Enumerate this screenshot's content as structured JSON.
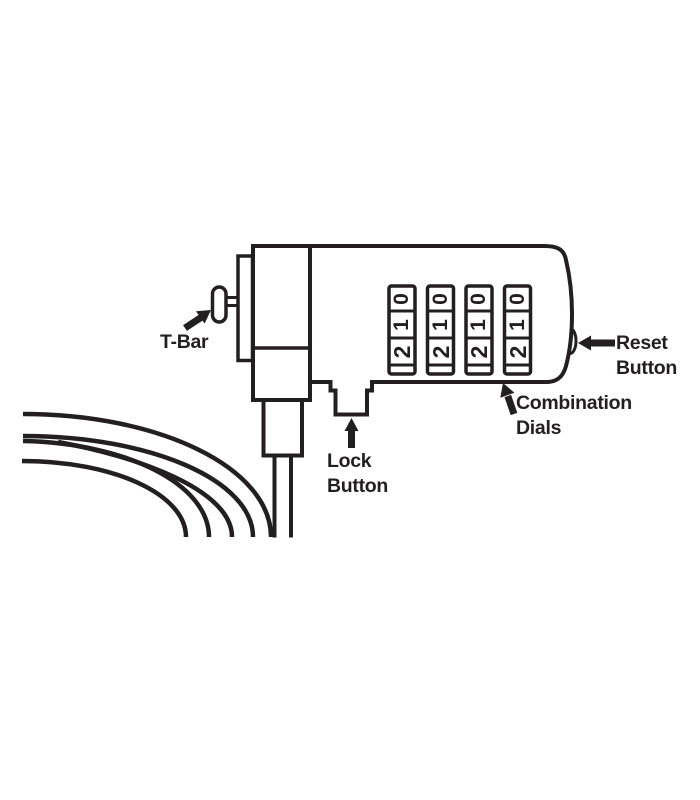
{
  "diagram": {
    "subject": "combination-cable-lock",
    "annotations": {
      "t_bar": {
        "label": "T-Bar"
      },
      "lock_button": {
        "line1": "Lock",
        "line2": "Button"
      },
      "combination_dials": {
        "line1": "Combination",
        "line2": "Dials"
      },
      "reset_button": {
        "line1": "Reset",
        "line2": "Button"
      }
    },
    "dials": {
      "columns": [
        {
          "digits": [
            "0",
            "1",
            "2"
          ]
        },
        {
          "digits": [
            "0",
            "1",
            "2"
          ]
        },
        {
          "digits": [
            "0",
            "1",
            "2"
          ]
        },
        {
          "digits": [
            "0",
            "1",
            "2"
          ]
        }
      ]
    },
    "colors": {
      "line": "#231f20",
      "background": "#ffffff"
    }
  }
}
